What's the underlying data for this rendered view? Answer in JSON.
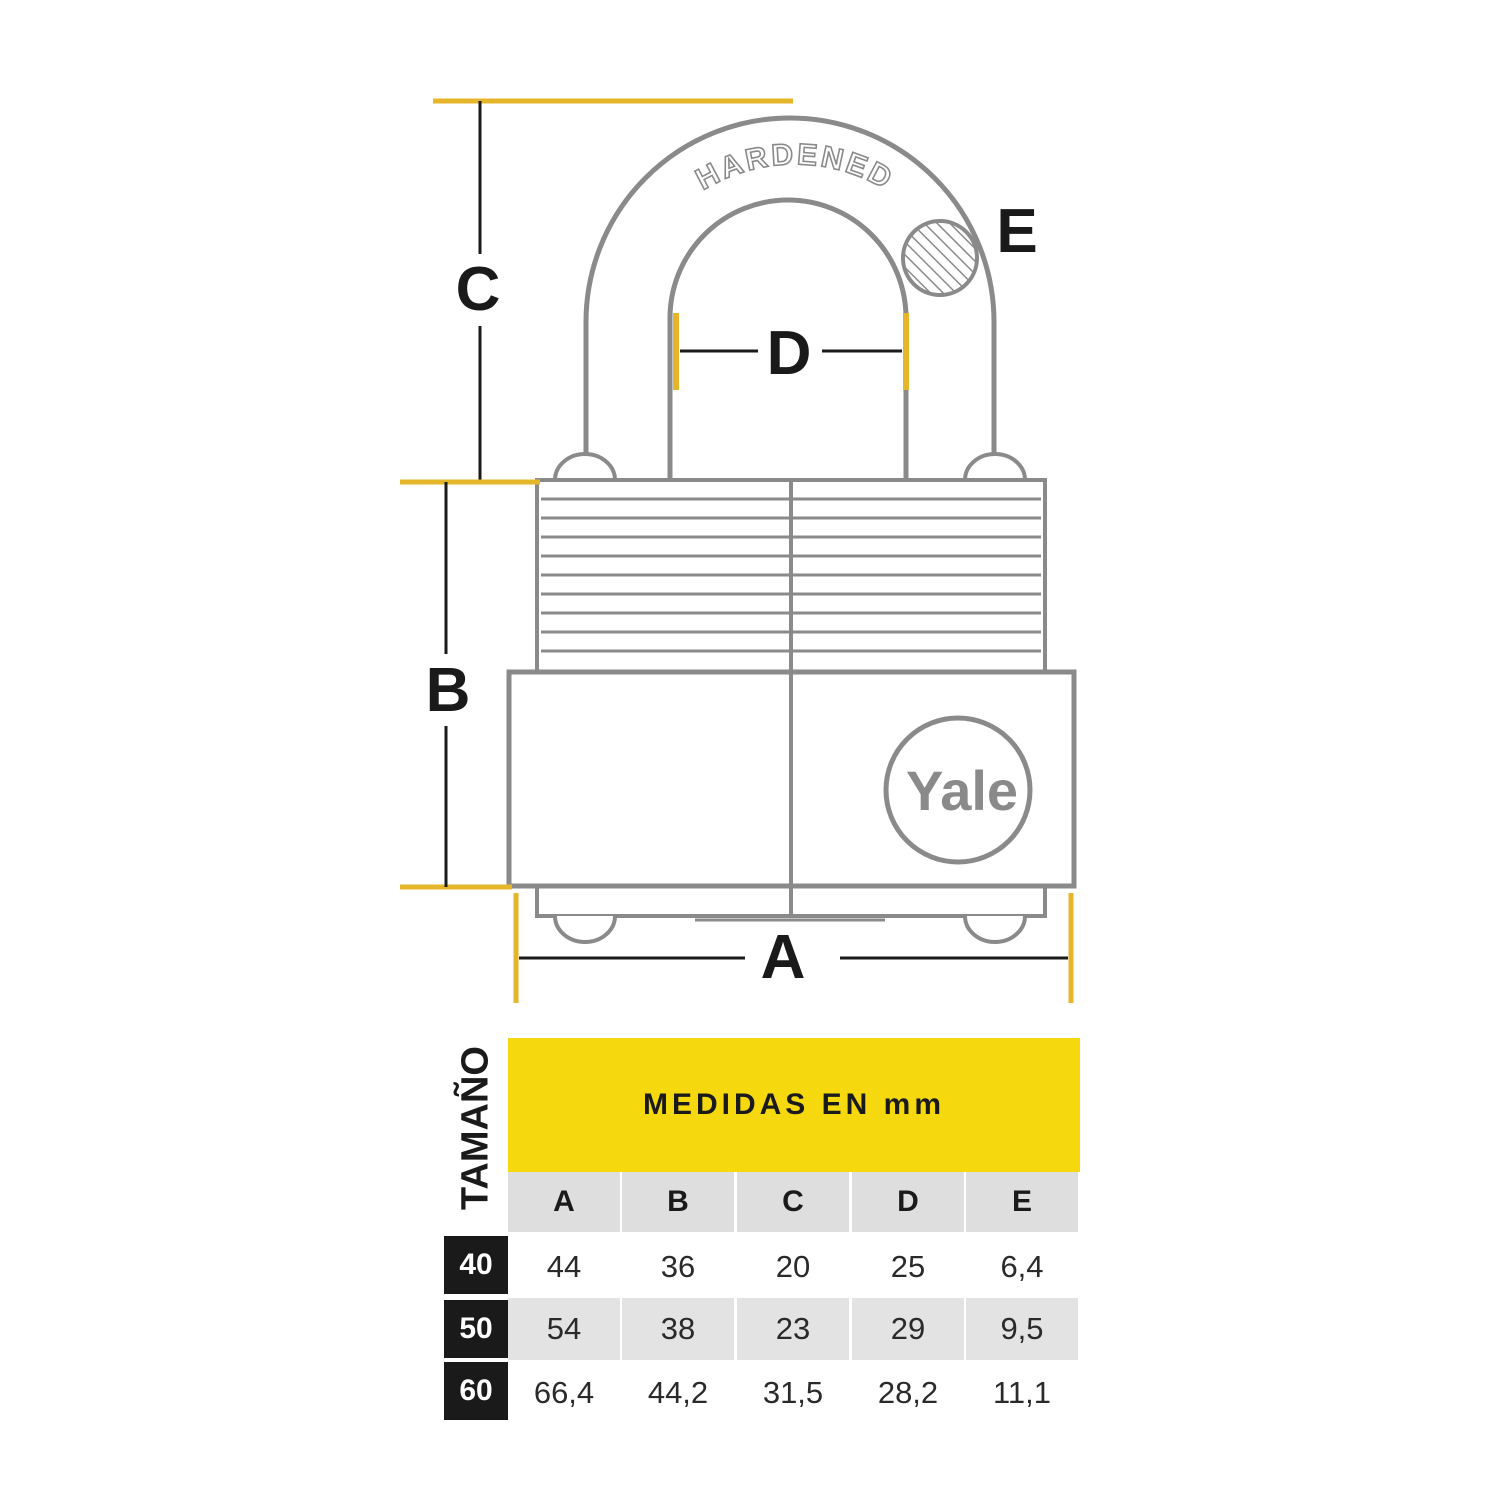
{
  "diagram": {
    "labels": {
      "a": "A",
      "b": "B",
      "c": "C",
      "d": "D",
      "e": "E"
    },
    "shackle_text": "HARDENED",
    "brand": "Yale",
    "colors": {
      "dimension_line": "#e6b62a",
      "outline": "#8a8a8a",
      "text": "#1a1a1a"
    }
  },
  "table": {
    "side_label": "TAMAÑO",
    "header": "MEDIDAS EN mm",
    "columns": [
      "A",
      "B",
      "C",
      "D",
      "E"
    ],
    "rows": [
      {
        "size": "40",
        "values": [
          "44",
          "36",
          "20",
          "25",
          "6,4"
        ]
      },
      {
        "size": "50",
        "values": [
          "54",
          "38",
          "23",
          "29",
          "9,5"
        ]
      },
      {
        "size": "60",
        "values": [
          "66,4",
          "44,2",
          "31,5",
          "28,2",
          "11,1"
        ]
      }
    ],
    "colors": {
      "header_bg": "#f5d80e",
      "size_bg": "#1a1a1a",
      "col_head_bg": "#dedede",
      "stripe": "#e3e3e3"
    }
  }
}
